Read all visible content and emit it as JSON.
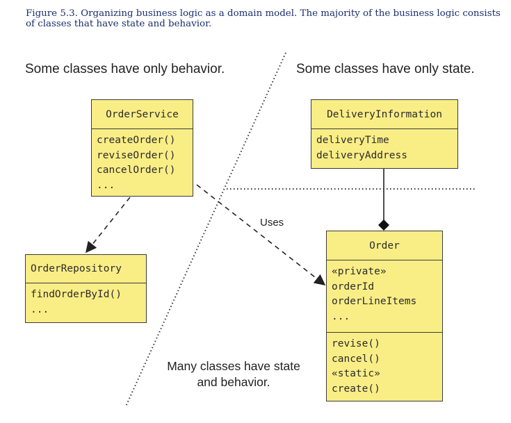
{
  "caption": "Figure 5.3. Organizing business logic as a domain model. The majority of the business logic consists of classes that have state and behavior.",
  "labels": {
    "behavior_only": "Some classes have only behavior.",
    "state_only": "Some classes have only state.",
    "uses": "Uses",
    "both": "Many classes have state and behavior."
  },
  "classes": {
    "order_service": {
      "name": "OrderService",
      "members": [
        "createOrder()",
        "reviseOrder()",
        "cancelOrder()",
        "..."
      ]
    },
    "delivery_information": {
      "name": "DeliveryInformation",
      "members": [
        "deliveryTime",
        "deliveryAddress"
      ]
    },
    "order_repository": {
      "name": "OrderRepository",
      "members": [
        "findOrderById()",
        "..."
      ]
    },
    "order": {
      "name": "Order",
      "state": [
        "«private»",
        "orderId",
        "orderLineItems",
        "..."
      ],
      "behavior": [
        "revise()",
        "cancel()",
        "«static»",
        "create()"
      ]
    }
  },
  "colors": {
    "class_fill": "#f9ed86",
    "class_border": "#3a3a3a",
    "caption_text": "#1a2e6b"
  }
}
